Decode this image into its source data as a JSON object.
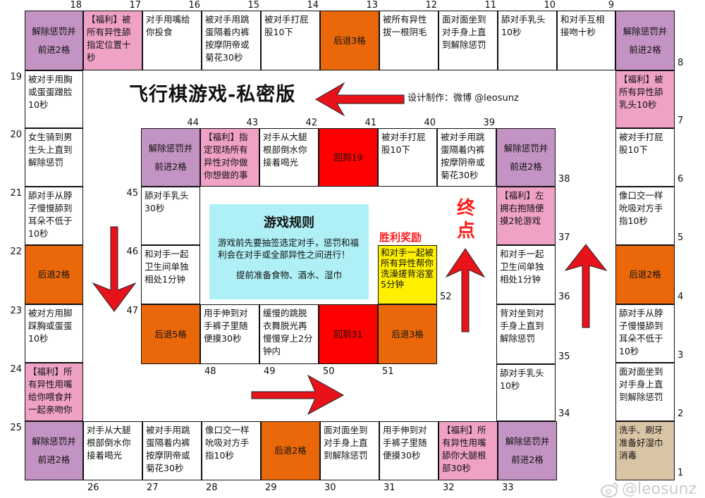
{
  "title": "飞行棋游戏-私密版",
  "credit": "设计制作：微博 @leosunz",
  "rules": {
    "heading": "游戏规则",
    "body": "游戏前先要抽签选定对手，惩罚和福利会在对手或全部异性之间进行！",
    "prep": "提前准备食物、酒水、湿巾"
  },
  "victory_label": "胜利奖励",
  "finish_label": "终点",
  "watermark": "@leosunz",
  "colors": {
    "penalty": "#c393c3",
    "bonus": "#f0a2c6",
    "back": "#ea680a",
    "goto": "#ff0000",
    "start": "#d9c4a6",
    "win": "#fff000",
    "rules": "#aef0f6",
    "arrow": "#e8121b"
  },
  "cells": [
    {
      "num": "1",
      "type": "start",
      "text": "洗手、刷牙准备好湿巾消毒"
    },
    {
      "num": "2",
      "type": "plain",
      "text": "面对面坐到对手身上直到解除惩罚"
    },
    {
      "num": "3",
      "type": "plain",
      "text": "舔对手从脖子慢慢舔到耳朵不低于10秒"
    },
    {
      "num": "4",
      "type": "back",
      "text": "后退2格"
    },
    {
      "num": "5",
      "type": "plain",
      "text": "像口交一样吮吸对方手指10秒"
    },
    {
      "num": "6",
      "type": "plain",
      "text": "被对手打屁股10下"
    },
    {
      "num": "7",
      "type": "bonus",
      "text": "【福利】被所有异性舔乳头10秒"
    },
    {
      "num": "8",
      "type": "penalty",
      "text": "解除惩罚并前进2格"
    },
    {
      "num": "9",
      "type": "plain",
      "text": "和对手互相接吻十秒"
    },
    {
      "num": "10",
      "type": "plain",
      "text": "舔对手乳头10秒"
    },
    {
      "num": "11",
      "type": "plain",
      "text": "面对面坐到对手身上直到解除惩罚"
    },
    {
      "num": "12",
      "type": "plain",
      "text": "被所有异性拔一根阴毛"
    },
    {
      "num": "13",
      "type": "back",
      "text": "后退3格"
    },
    {
      "num": "14",
      "type": "plain",
      "text": "被对手打屁股10下"
    },
    {
      "num": "15",
      "type": "plain",
      "text": "被对手用跳蛋隔着内裤按摩阴帝或菊花30秒"
    },
    {
      "num": "16",
      "type": "plain",
      "text": "对手用嘴给你投食"
    },
    {
      "num": "17",
      "type": "bonus",
      "text": "【福利】被所有异性舔指定位置十秒"
    },
    {
      "num": "18",
      "type": "penalty",
      "text": "解除惩罚并前进2格"
    },
    {
      "num": "19",
      "type": "plain",
      "text": "被对手用胸或蛋蛋蹭脸10秒"
    },
    {
      "num": "20",
      "type": "plain",
      "text": "女生骑到男生头上直到解除惩罚"
    },
    {
      "num": "21",
      "type": "plain",
      "text": "舔对手从脖子慢慢舔到耳朵不低于10秒"
    },
    {
      "num": "22",
      "type": "back",
      "text": "后退2格"
    },
    {
      "num": "23",
      "type": "plain",
      "text": "被对方用脚踩胸或蛋蛋10秒"
    },
    {
      "num": "24",
      "type": "bonus",
      "text": "【福利】所有异性用嘴给你喂食并一起亲吻你"
    },
    {
      "num": "25",
      "type": "penalty",
      "text": "解除惩罚并前进2格"
    },
    {
      "num": "26",
      "type": "plain",
      "text": "对手从大腿根部倒水你接着喝光"
    },
    {
      "num": "27",
      "type": "plain",
      "text": "被对手用跳蛋隔着内裤按摩阴帝或菊花30秒"
    },
    {
      "num": "28",
      "type": "plain",
      "text": "像口交一样吮吸对方手指10秒"
    },
    {
      "num": "29",
      "type": "back",
      "text": "后退2格"
    },
    {
      "num": "30",
      "type": "plain",
      "text": "面对面坐到对手身上直到解除惩罚"
    },
    {
      "num": "31",
      "type": "plain",
      "text": "用手伸到对手裤子里随便摸30秒"
    },
    {
      "num": "32",
      "type": "bonus",
      "text": "【福利】所有异性用嘴舔你大腿根部30秒"
    },
    {
      "num": "33",
      "type": "penalty",
      "text": "解除惩罚并前进2格"
    },
    {
      "num": "34",
      "type": "plain",
      "text": "舔对手乳头10秒"
    },
    {
      "num": "35",
      "type": "plain",
      "text": "背对坐到对手身上直到解除惩罚"
    },
    {
      "num": "36",
      "type": "plain",
      "text": "和对手一起卫生间单独相处1分钟"
    },
    {
      "num": "37",
      "type": "bonus",
      "text": "【福利】左拥右抱随便摸2轮游戏"
    },
    {
      "num": "38",
      "type": "penalty",
      "text": "解除惩罚并前进2格"
    },
    {
      "num": "39",
      "type": "plain",
      "text": "被对手用跳蛋隔着内裤按摩阴帝或菊花30秒"
    },
    {
      "num": "40",
      "type": "plain",
      "text": "被对手打屁股10下"
    },
    {
      "num": "41",
      "type": "goto",
      "text": "回到19"
    },
    {
      "num": "42",
      "type": "plain",
      "text": "对手从大腿根部倒水你接着喝光"
    },
    {
      "num": "43",
      "type": "bonus",
      "text": "【福利】指定现场所有异性对你做你想做的事"
    },
    {
      "num": "44",
      "type": "penalty",
      "text": "解除惩罚并前进2格"
    },
    {
      "num": "45",
      "type": "plain",
      "text": "舔对手乳头30秒"
    },
    {
      "num": "46",
      "type": "plain",
      "text": "和对手一起卫生间单独相处1分钟"
    },
    {
      "num": "47",
      "type": "back",
      "text": "后退5格"
    },
    {
      "num": "48",
      "type": "plain",
      "text": "用手伸到对手裤子里随便摸30秒"
    },
    {
      "num": "49",
      "type": "plain",
      "text": "缓慢的跳脱衣舞脱光再慢慢穿上2分钟内"
    },
    {
      "num": "50",
      "type": "goto",
      "text": "回到31"
    },
    {
      "num": "51",
      "type": "back",
      "text": "后退3格"
    },
    {
      "num": "52",
      "type": "win",
      "text": "和对手一起被所有异性帮你洗澡搓背浴室5分钟"
    }
  ]
}
